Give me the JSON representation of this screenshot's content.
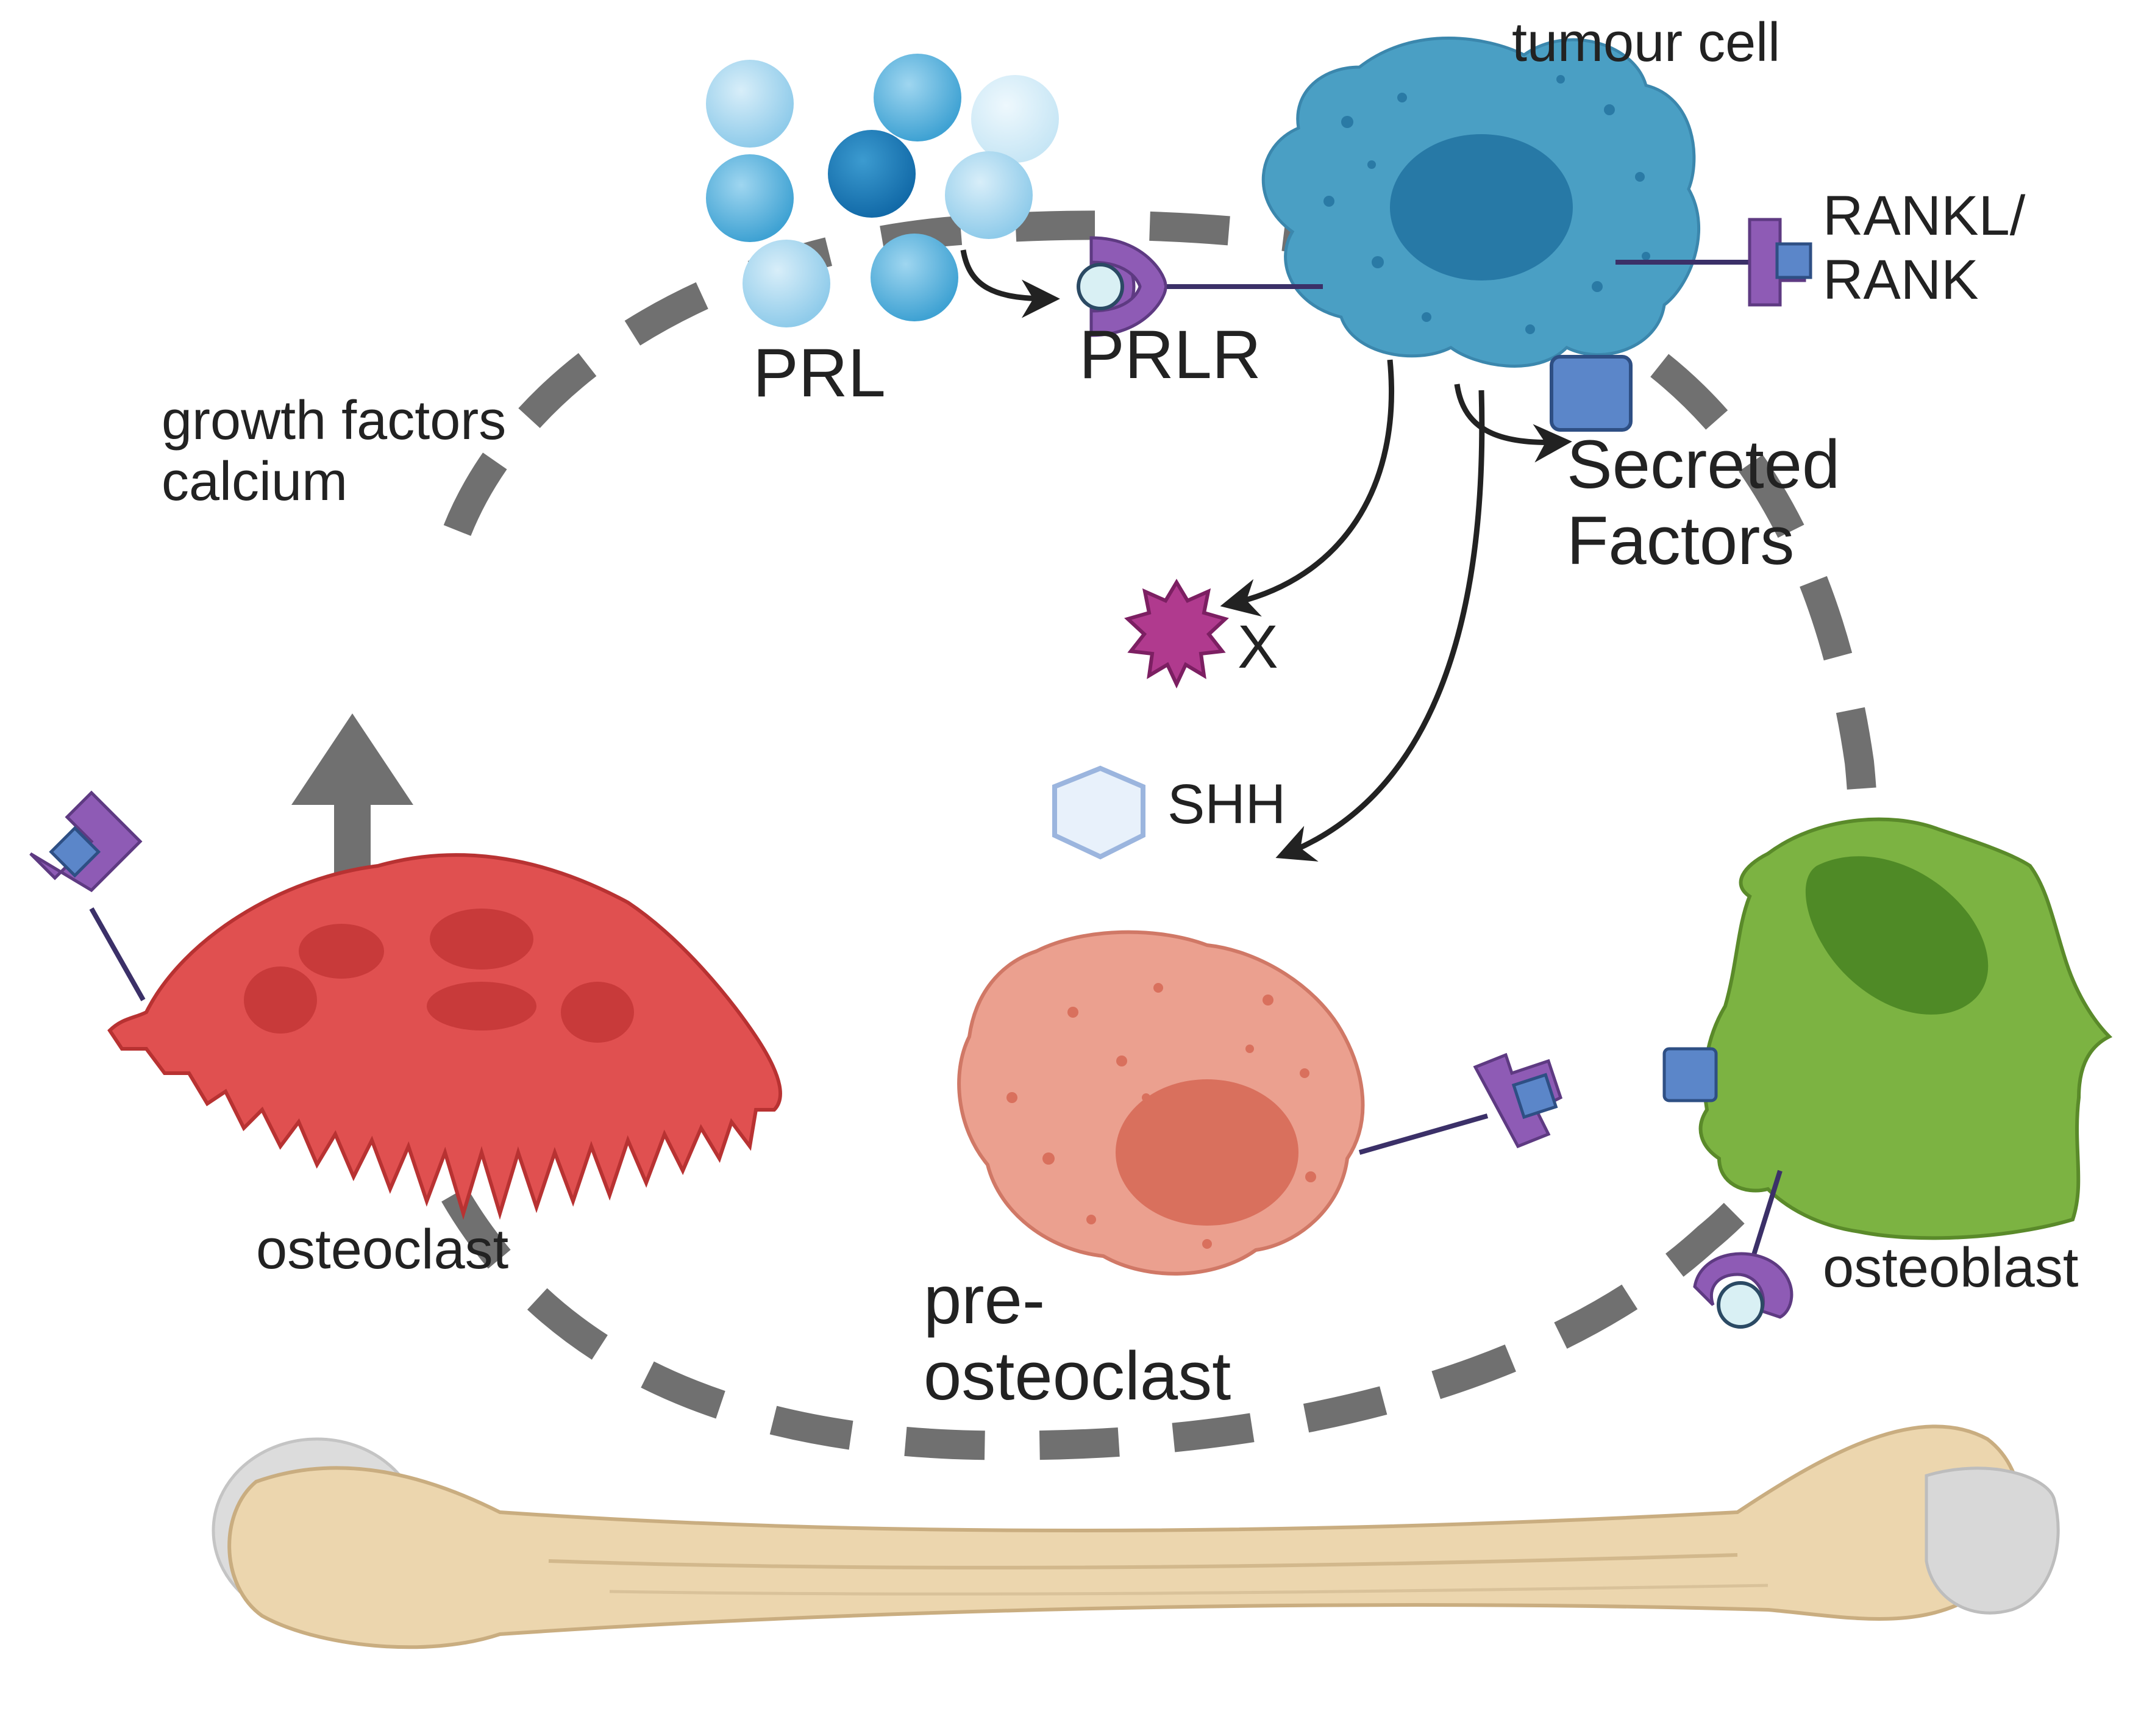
{
  "labels": {
    "tumour_cell": "tumour cell",
    "prl": "PRL",
    "prlr": "PRLR",
    "rankl_rank_line1": "RANKL/",
    "rankl_rank_line2": "RANK",
    "growth_factors_line1": "growth factors",
    "growth_factors_line2": "calcium",
    "secreted_factors_line1": "Secreted",
    "secreted_factors_line2": "Factors",
    "x_factor": "X",
    "shh": "SHH",
    "osteoclast": "osteoclast",
    "pre_osteoclast_line1": "pre-",
    "pre_osteoclast_line2": "osteoclast",
    "osteoblast": "osteoblast"
  },
  "colors": {
    "tumour_cell": "#4a9fc4",
    "tumour_nucleus": "#2779a6",
    "osteoclast": "#e05050",
    "osteoclast_nuclei": "#c83a3a",
    "pre_osteoclast": "#eba08f",
    "pre_osteoclast_nucleus": "#d9705d",
    "osteoblast": "#7cb342",
    "osteoblast_nucleus": "#4f8a26",
    "receptor_purple": "#8e5bb5",
    "ligand_blue": "#5b86c9",
    "x_factor": "#b03a8e",
    "shh": "#e8f1fb",
    "bone": "#ecd6ae",
    "bone_ends": "#dcdcdc",
    "cycle_dash": "#707070",
    "arrow": "#222222"
  }
}
